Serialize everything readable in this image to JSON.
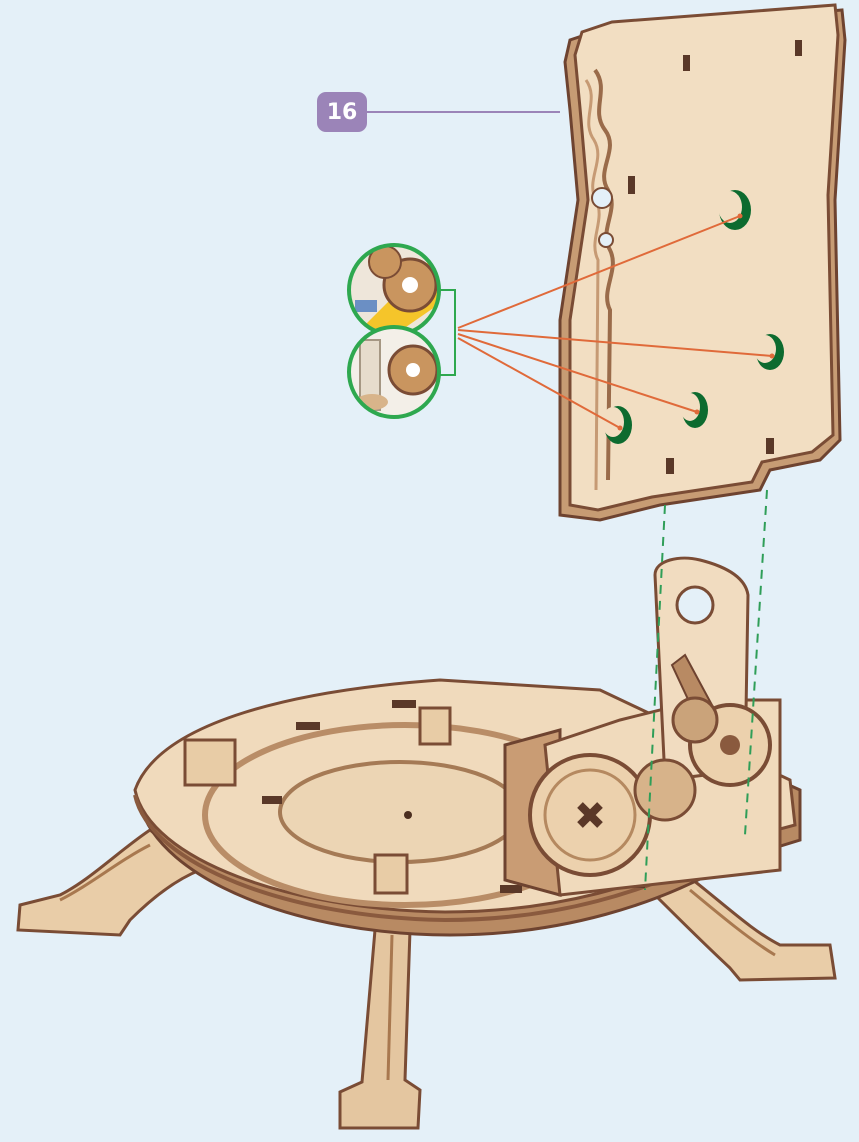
{
  "step": {
    "number": "16",
    "badge_color": "#9b84b8",
    "leader_color": "#9b84b8"
  },
  "colors": {
    "background": "#e4f0f8",
    "wood_face": "#f1dcc0",
    "wood_edge": "#c69a74",
    "wood_dark": "#7a4c35",
    "hole_green": "#0d6b2f",
    "callout_green": "#2ea84f",
    "guide_line": "#2f9e58",
    "pointer_line": "#e06a3a"
  },
  "icons": {
    "detail_top": "gear-with-yellow-shaft-detail",
    "detail_bottom": "gear-with-axle-detail"
  }
}
